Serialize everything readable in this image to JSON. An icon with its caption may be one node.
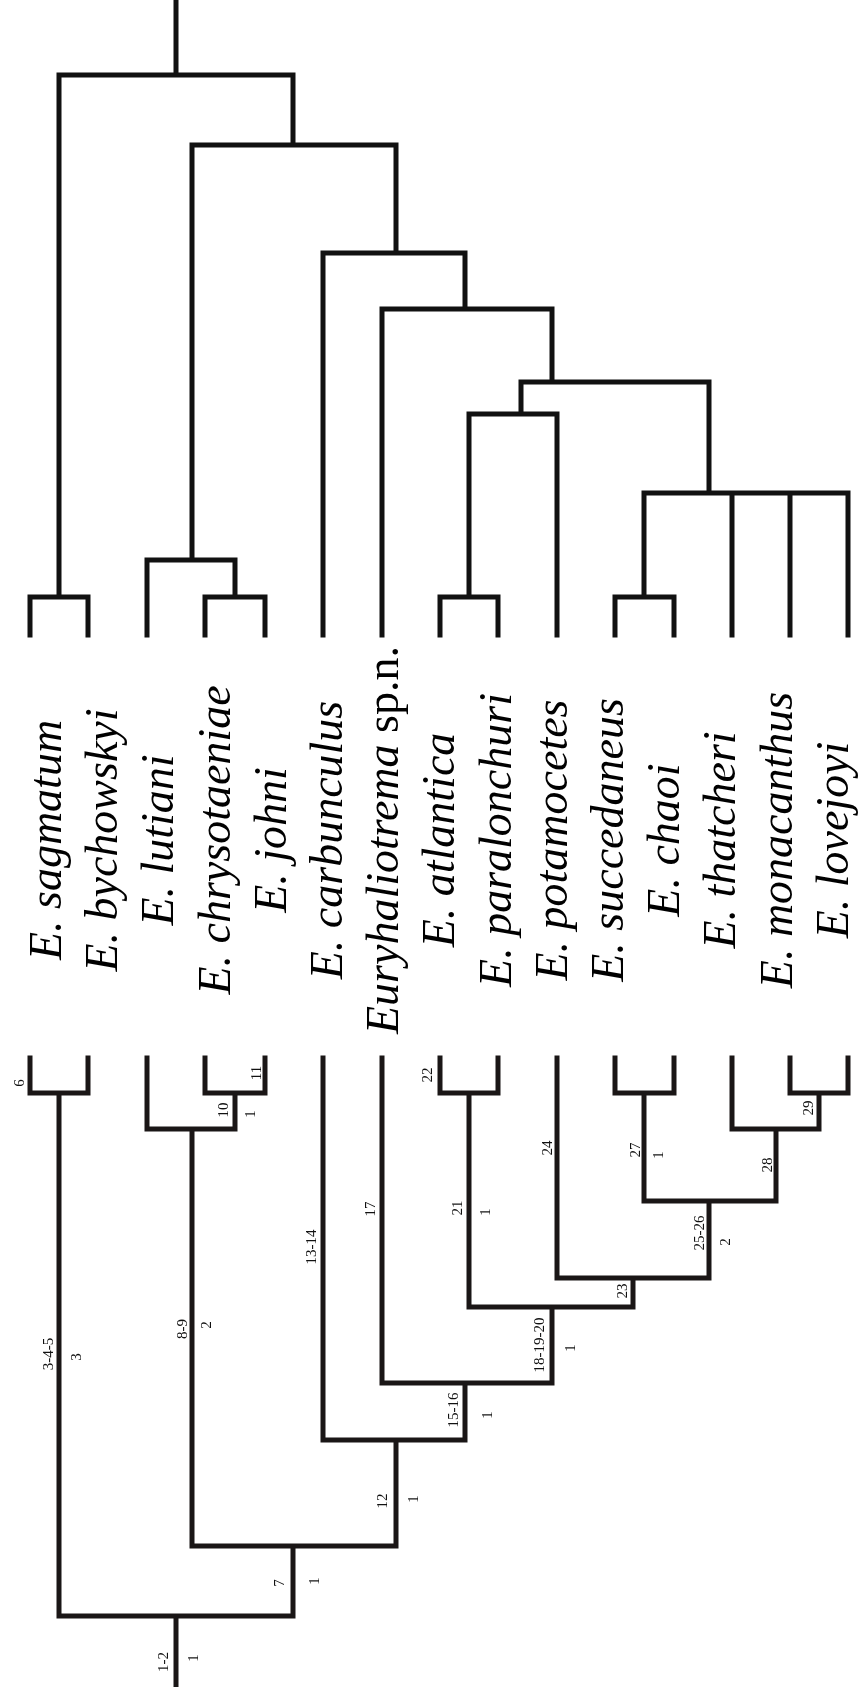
{
  "diagram": {
    "labels": [
      "E. sagmatum",
      "E. bychowskyi",
      "E. lutiani",
      "E. chrysotaeniae",
      "E. johni",
      "E. carbunculus",
      "*Euryhaliotrema* sp.n.",
      "E. atlantica",
      "E. paralonchuri",
      "E. potamocetes",
      "E. succedaneus",
      "E. chaoi",
      "E. thatcheri",
      "E. monacanthus",
      "E. lovejoyi",
      "6",
      "3-4-5",
      "3",
      "1-2",
      "1",
      "8-9",
      "2",
      "10",
      "1",
      "11",
      "7",
      "1",
      "13-14",
      "12",
      "1",
      "17",
      "22",
      "15-16",
      "1",
      "21",
      "1",
      "18-19-20",
      "1",
      "24",
      "23",
      "27",
      "1",
      "25-26",
      "2",
      "28",
      "29"
    ]
  }
}
